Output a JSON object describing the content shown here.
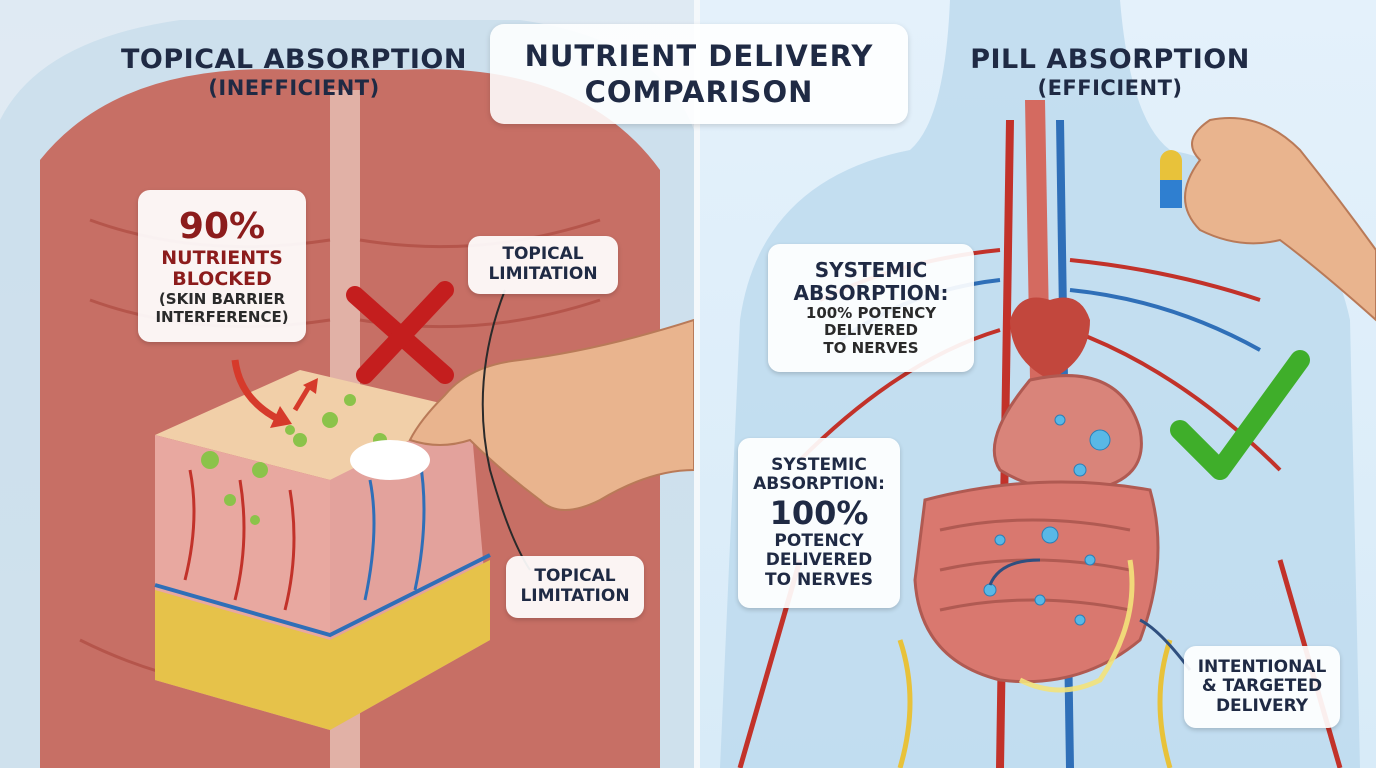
{
  "title": {
    "line1": "NUTRIENT DELIVERY",
    "line2": "COMPARISON"
  },
  "left": {
    "heading": "TOPICAL ABSORPTION",
    "subheading": "(INEFFICIENT)",
    "blocked_callout": {
      "value": "90%",
      "line1": "NUTRIENTS",
      "line2": "BLOCKED",
      "line3": "(SKIN BARRIER",
      "line4": "INTERFERENCE)"
    },
    "limitation_top": {
      "line1": "TOPICAL",
      "line2": "LIMITATION"
    },
    "limitation_bottom": {
      "line1": "TOPICAL",
      "line2": "LIMITATION"
    }
  },
  "right": {
    "heading": "PILL ABSORPTION",
    "subheading": "(EFFICIENT)",
    "systemic_top": {
      "line1": "SYSTEMIC",
      "line2": "ABSORPTION:",
      "line3": "100% POTENCY",
      "line4": "DELIVERED",
      "line5": "TO NERVES"
    },
    "systemic_mid": {
      "line1": "SYSTEMIC",
      "line2": "ABSORPTION:",
      "value": "100%",
      "line3": "POTENCY",
      "line4": "DELIVERED",
      "line5": "TO NERVES"
    },
    "targeted": {
      "line1": "INTENTIONAL",
      "line2": "& TARGETED",
      "line3": "DELIVERY"
    }
  },
  "colors": {
    "cross": "#c41e1e",
    "check": "#3fae2a",
    "muscle": "#c9584f",
    "vein": "#2f6fb8",
    "artery": "#c2322a",
    "nerve": "#e8c23a"
  }
}
